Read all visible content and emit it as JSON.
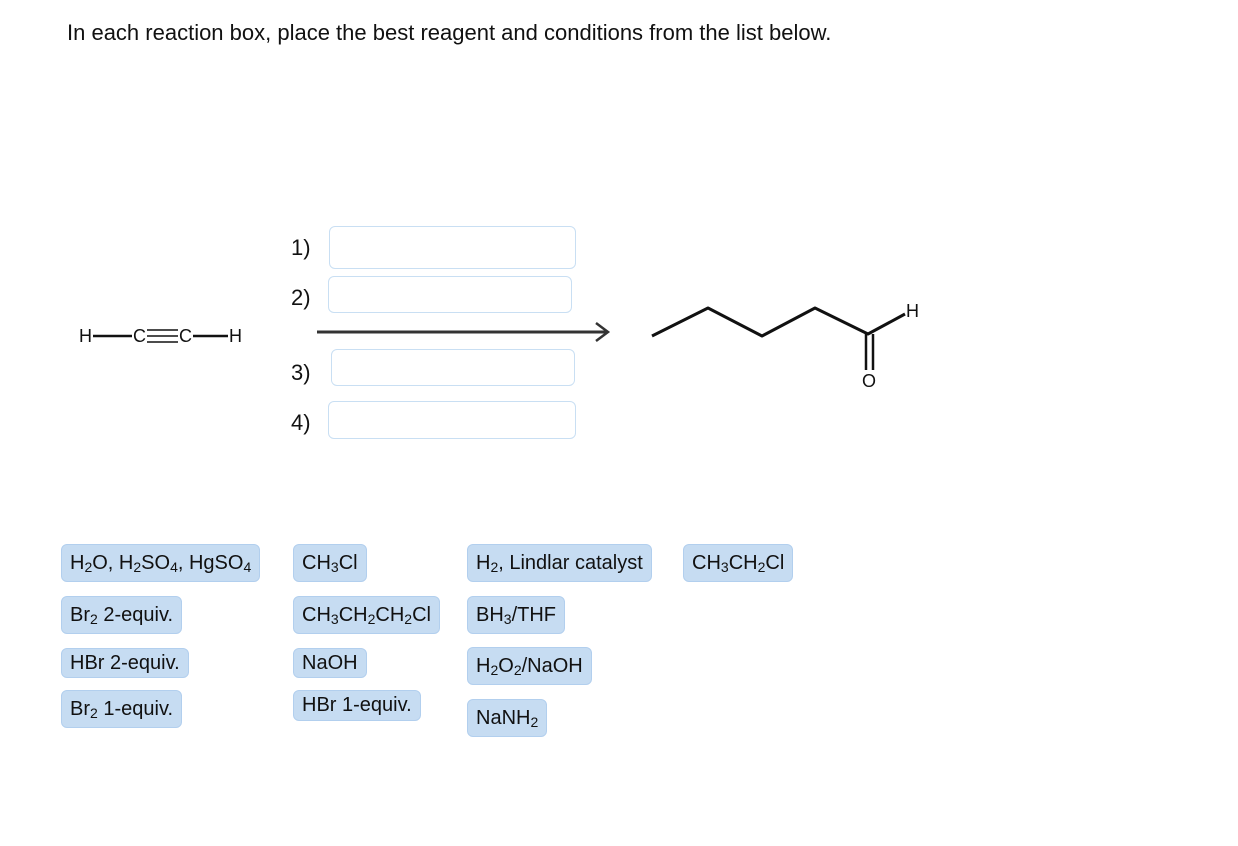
{
  "instruction": "In each reaction box, place the best reagent and conditions from the list below.",
  "reaction": {
    "reactant": {
      "name": "acetylene",
      "atoms": [
        "H",
        "C",
        "C",
        "H"
      ]
    },
    "product": {
      "name": "pentanal",
      "atoms": {
        "hydrogen": "H",
        "oxygen": "O"
      }
    },
    "arrow": "right-arrow"
  },
  "steps": [
    {
      "label": "1)",
      "value": ""
    },
    {
      "label": "2)",
      "value": ""
    },
    {
      "label": "3)",
      "value": ""
    },
    {
      "label": "4)",
      "value": ""
    }
  ],
  "reagents": [
    {
      "id": "h2o-h2so4-hgso4",
      "parts": [
        "H",
        "2",
        "O, H",
        "2",
        "SO",
        "4",
        ", HgSO",
        "4"
      ]
    },
    {
      "id": "br2-2equiv",
      "parts": [
        "Br",
        "2",
        " 2-equiv."
      ]
    },
    {
      "id": "hbr-2equiv",
      "parts": [
        "HBr 2-equiv."
      ]
    },
    {
      "id": "br2-1equiv",
      "parts": [
        "Br",
        "2",
        " 1-equiv."
      ]
    },
    {
      "id": "ch3cl",
      "parts": [
        "CH",
        "3",
        "Cl"
      ]
    },
    {
      "id": "ch3ch2ch2cl",
      "parts": [
        "CH",
        "3",
        "CH",
        "2",
        "CH",
        "2",
        "Cl"
      ]
    },
    {
      "id": "naoh",
      "parts": [
        "NaOH"
      ]
    },
    {
      "id": "hbr-1equiv",
      "parts": [
        "HBr 1-equiv."
      ]
    },
    {
      "id": "h2-lindlar",
      "parts": [
        "H",
        "2",
        ", Lindlar catalyst"
      ]
    },
    {
      "id": "bh3-thf",
      "parts": [
        "BH",
        "3",
        "/THF"
      ]
    },
    {
      "id": "h2o2-naoh",
      "parts": [
        "H",
        "2",
        "O",
        "2",
        "/NaOH"
      ]
    },
    {
      "id": "nanh2",
      "parts": [
        "NaNH",
        "2"
      ]
    },
    {
      "id": "ch3ch2cl",
      "parts": [
        "CH",
        "3",
        "CH",
        "2",
        "Cl"
      ]
    }
  ],
  "colors": {
    "chip_bg": "#c6dcf2",
    "chip_border": "#b2cfee",
    "dropbox_border": "#c9dff3",
    "arrow": "#333333"
  }
}
